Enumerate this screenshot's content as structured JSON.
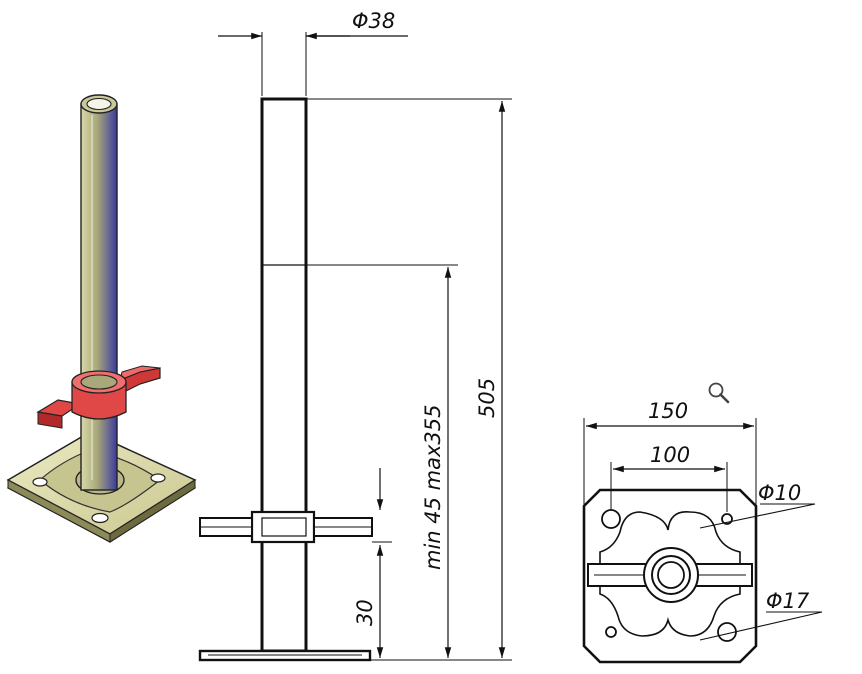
{
  "dimensions": {
    "tube_diameter": "Φ38",
    "total_height": "505",
    "adjust_range": "min 45 max355",
    "nut_offset": "30",
    "plate_width": "150",
    "hole_spacing": "100",
    "small_hole_diameter": "Φ10",
    "large_hole_diameter": "Φ17"
  },
  "colors": {
    "tube": "#a8a87a",
    "tube_shadow": "#3a3aa0",
    "handle": "#e04848",
    "plate": "#d9d7a8",
    "line": "#111111"
  },
  "icons": {
    "zoom": "magnifier-icon"
  }
}
